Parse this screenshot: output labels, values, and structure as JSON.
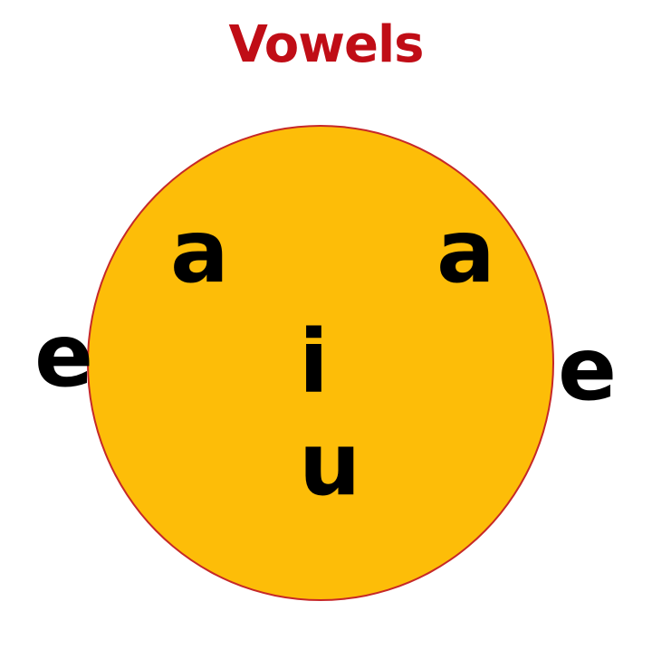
{
  "title": "Vowels",
  "colors": {
    "title": "#c00d16",
    "face_fill": "#fdbd08",
    "face_border": "#c62828",
    "letters": "#000000"
  },
  "letters": {
    "top_left": "a",
    "top_right": "a",
    "left": "e",
    "right": "e",
    "center": "i",
    "bottom": "u"
  }
}
